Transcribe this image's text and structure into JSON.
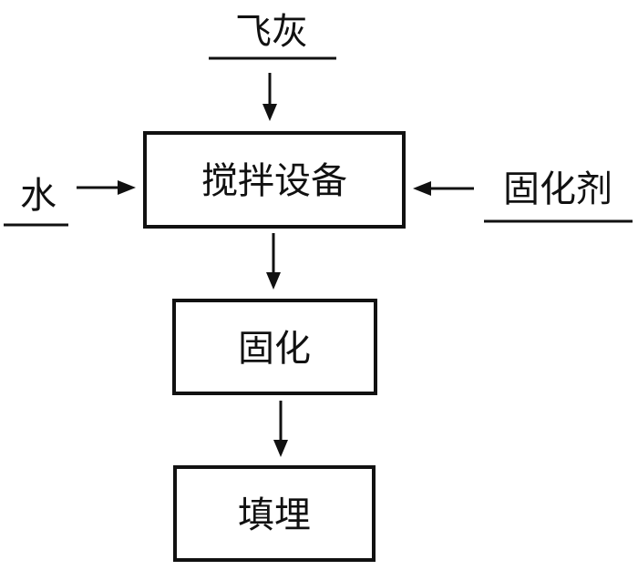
{
  "inputs": {
    "fly_ash": "飞灰",
    "water": "水",
    "curing_agent": "固化剂"
  },
  "steps": {
    "mixing_equipment": "搅拌设备",
    "solidification": "固化",
    "landfill": "填埋"
  },
  "colors": {
    "line": "#111111",
    "background": "#ffffff"
  }
}
